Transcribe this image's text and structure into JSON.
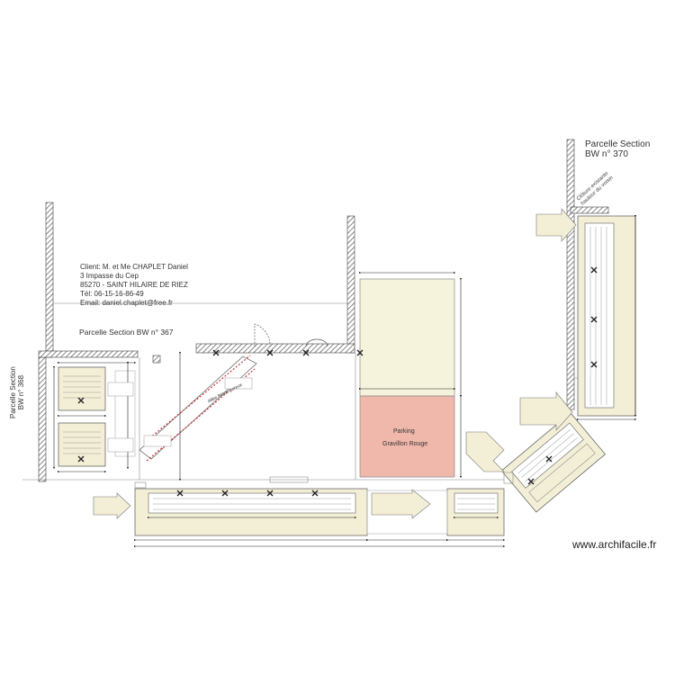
{
  "client": {
    "line1": "Client: M. et Me CHAPLET Daniel",
    "line2": "3 Impasse du Cep",
    "line3": "85270 - SAINT HILAIRE DE RIEZ",
    "line4": "Tél: 06-15-16-86-49",
    "line5": "Email: daniel.chaplet@free.fr"
  },
  "parcels": {
    "bw367": "Parcelle Section BW n° 367",
    "bw370_line1": "Parcelle Section",
    "bw370_line2": "BW n° 370",
    "bw368_line1": "Parcelle Section",
    "bw368_line2": "BW n° 368"
  },
  "zones": {
    "parking_name": "Parking",
    "parking_surface": "Gravillon Rouge",
    "allee": "Allée Béton poreux",
    "cloture_line1": "Clôture existante",
    "cloture_line2": "hauteur du voisin"
  },
  "watermark": "www.archifacile.fr",
  "colors": {
    "parking": "#f0b8ab",
    "cream_zone": "#f6f3dc",
    "planter": "#f3efd6",
    "hatch": "#555555",
    "dimension": "#222222",
    "red_mark": "#cc3333"
  }
}
